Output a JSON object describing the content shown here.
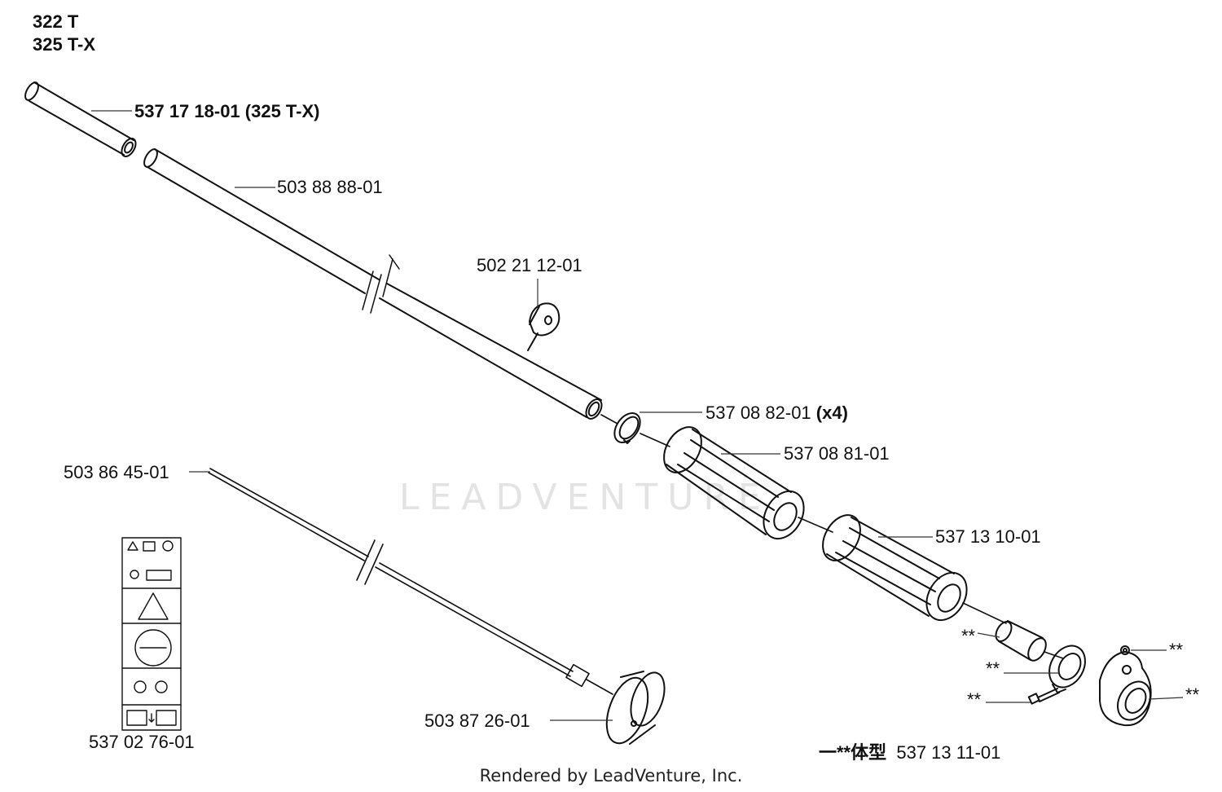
{
  "diagram": {
    "models": [
      "322 T",
      "325 T-X"
    ],
    "watermark": "LEADVENTURE",
    "footer": "Rendered by LeadVenture, Inc.",
    "parts": {
      "tube_short": "537 17 18-01 (325 T-X)",
      "tube_long": "503 88 88-01",
      "clip": "502 21 12-01",
      "ring": "537 08 82-01",
      "ring_qty": "(x4)",
      "grip_1": "537 08 81-01",
      "grip_2": "537 13 10-01",
      "shaft": "503 86 45-01",
      "decal": "537 02 76-01",
      "drum": "503 87 26-01",
      "kit_prefix": "一**体型",
      "kit": "537 13 11-01",
      "kit_mark": "**"
    }
  }
}
